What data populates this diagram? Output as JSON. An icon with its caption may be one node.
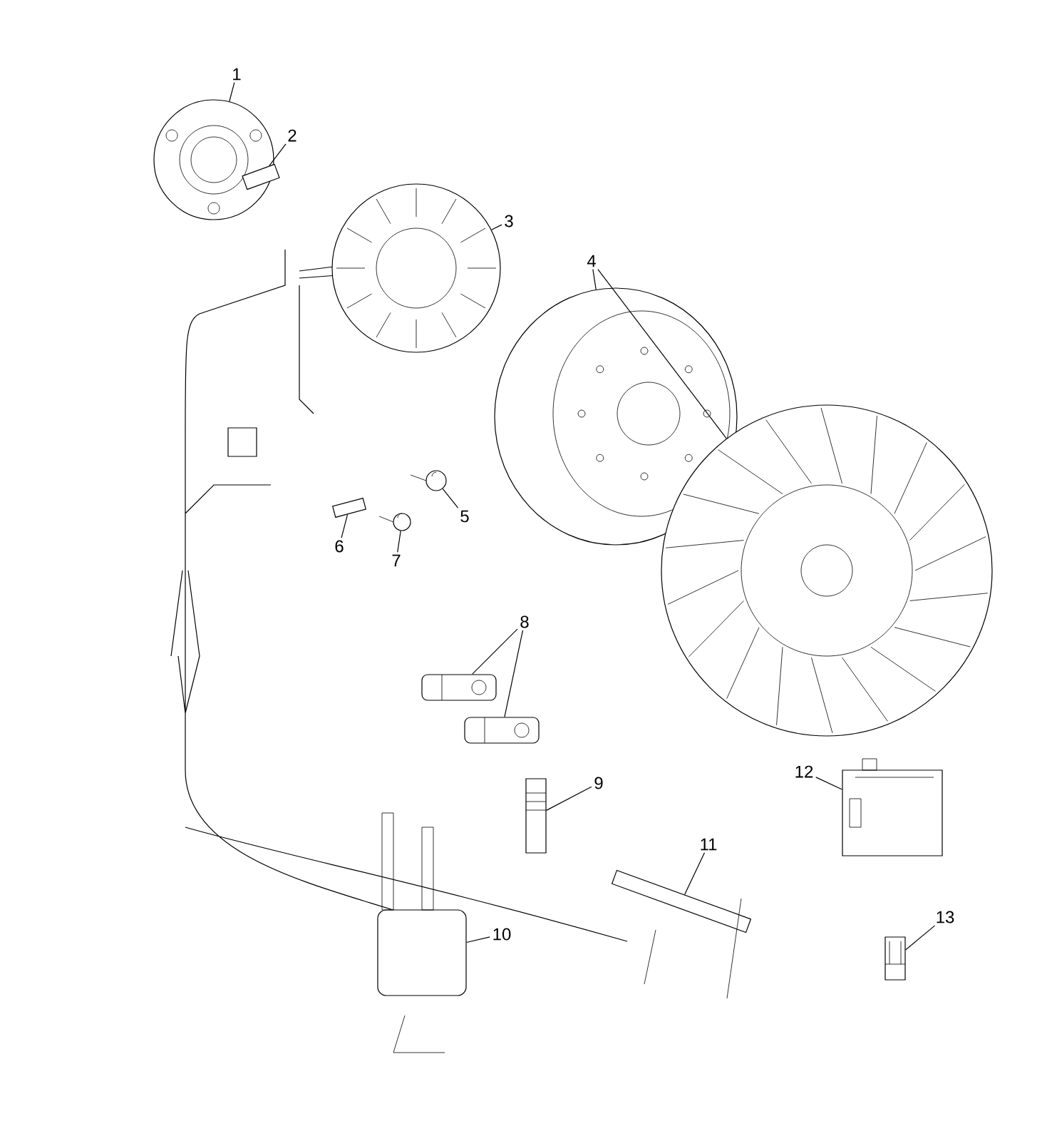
{
  "diagram": {
    "nodes": [
      {
        "text": [
          "1"
        ]
      },
      {
        "text": [
          "2"
        ]
      },
      {
        "text": [
          "3"
        ]
      },
      {
        "text": [
          "4"
        ]
      },
      {
        "text": [
          "5"
        ]
      },
      {
        "text": [
          "6"
        ]
      },
      {
        "text": [
          "7"
        ]
      },
      {
        "text": [
          "8"
        ]
      },
      {
        "text": [
          "9"
        ]
      },
      {
        "text": [
          "10"
        ]
      },
      {
        "text": [
          "11"
        ]
      },
      {
        "text": [
          "12"
        ]
      },
      {
        "text": [
          "13"
        ]
      },
      {
        "text": [],
        "shape": "picture"
      },
      {
        "text": [],
        "shape": "picture"
      },
      {
        "text": [],
        "shape": "picture"
      },
      {
        "text": [],
        "shape": "picture"
      },
      {
        "text": [],
        "shape": "picture"
      },
      {
        "text": [],
        "shape": "picture"
      },
      {
        "text": [],
        "shape": "picture"
      },
      {
        "text": [],
        "shape": "picture"
      },
      {
        "text": [],
        "shape": "picture"
      },
      {
        "text": [],
        "shape": "picture"
      },
      {
        "text": [],
        "shape": "picture"
      },
      {
        "text": [],
        "shape": "picture"
      },
      {
        "text": [],
        "shape": "picture"
      },
      {
        "text": [],
        "shape": "picture"
      },
      {
        "text": [],
        "shape": "picture"
      }
    ],
    "edges": [
      {
        "from": 0,
        "to": 13,
        "arrow": "none"
      },
      {
        "from": 1,
        "to": 14,
        "arrow": "none"
      },
      {
        "from": 2,
        "to": 15,
        "arrow": "none"
      },
      {
        "from": 3,
        "to": 16,
        "arrow": "none"
      },
      {
        "from": 3,
        "to": 17,
        "arrow": "none"
      },
      {
        "from": 4,
        "to": 18,
        "arrow": "none"
      },
      {
        "from": 5,
        "to": 19,
        "arrow": "none"
      },
      {
        "from": 6,
        "to": 20,
        "arrow": "none"
      },
      {
        "from": 7,
        "to": 21,
        "arrow": "none"
      },
      {
        "from": 7,
        "to": 22,
        "arrow": "none"
      },
      {
        "from": 8,
        "to": 23,
        "arrow": "none"
      },
      {
        "from": 9,
        "to": 24,
        "arrow": "none"
      },
      {
        "from": 10,
        "to": 25,
        "arrow": "none"
      },
      {
        "from": 11,
        "to": 26,
        "arrow": "none"
      },
      {
        "from": 12,
        "to": 27,
        "arrow": "none"
      }
    ]
  }
}
